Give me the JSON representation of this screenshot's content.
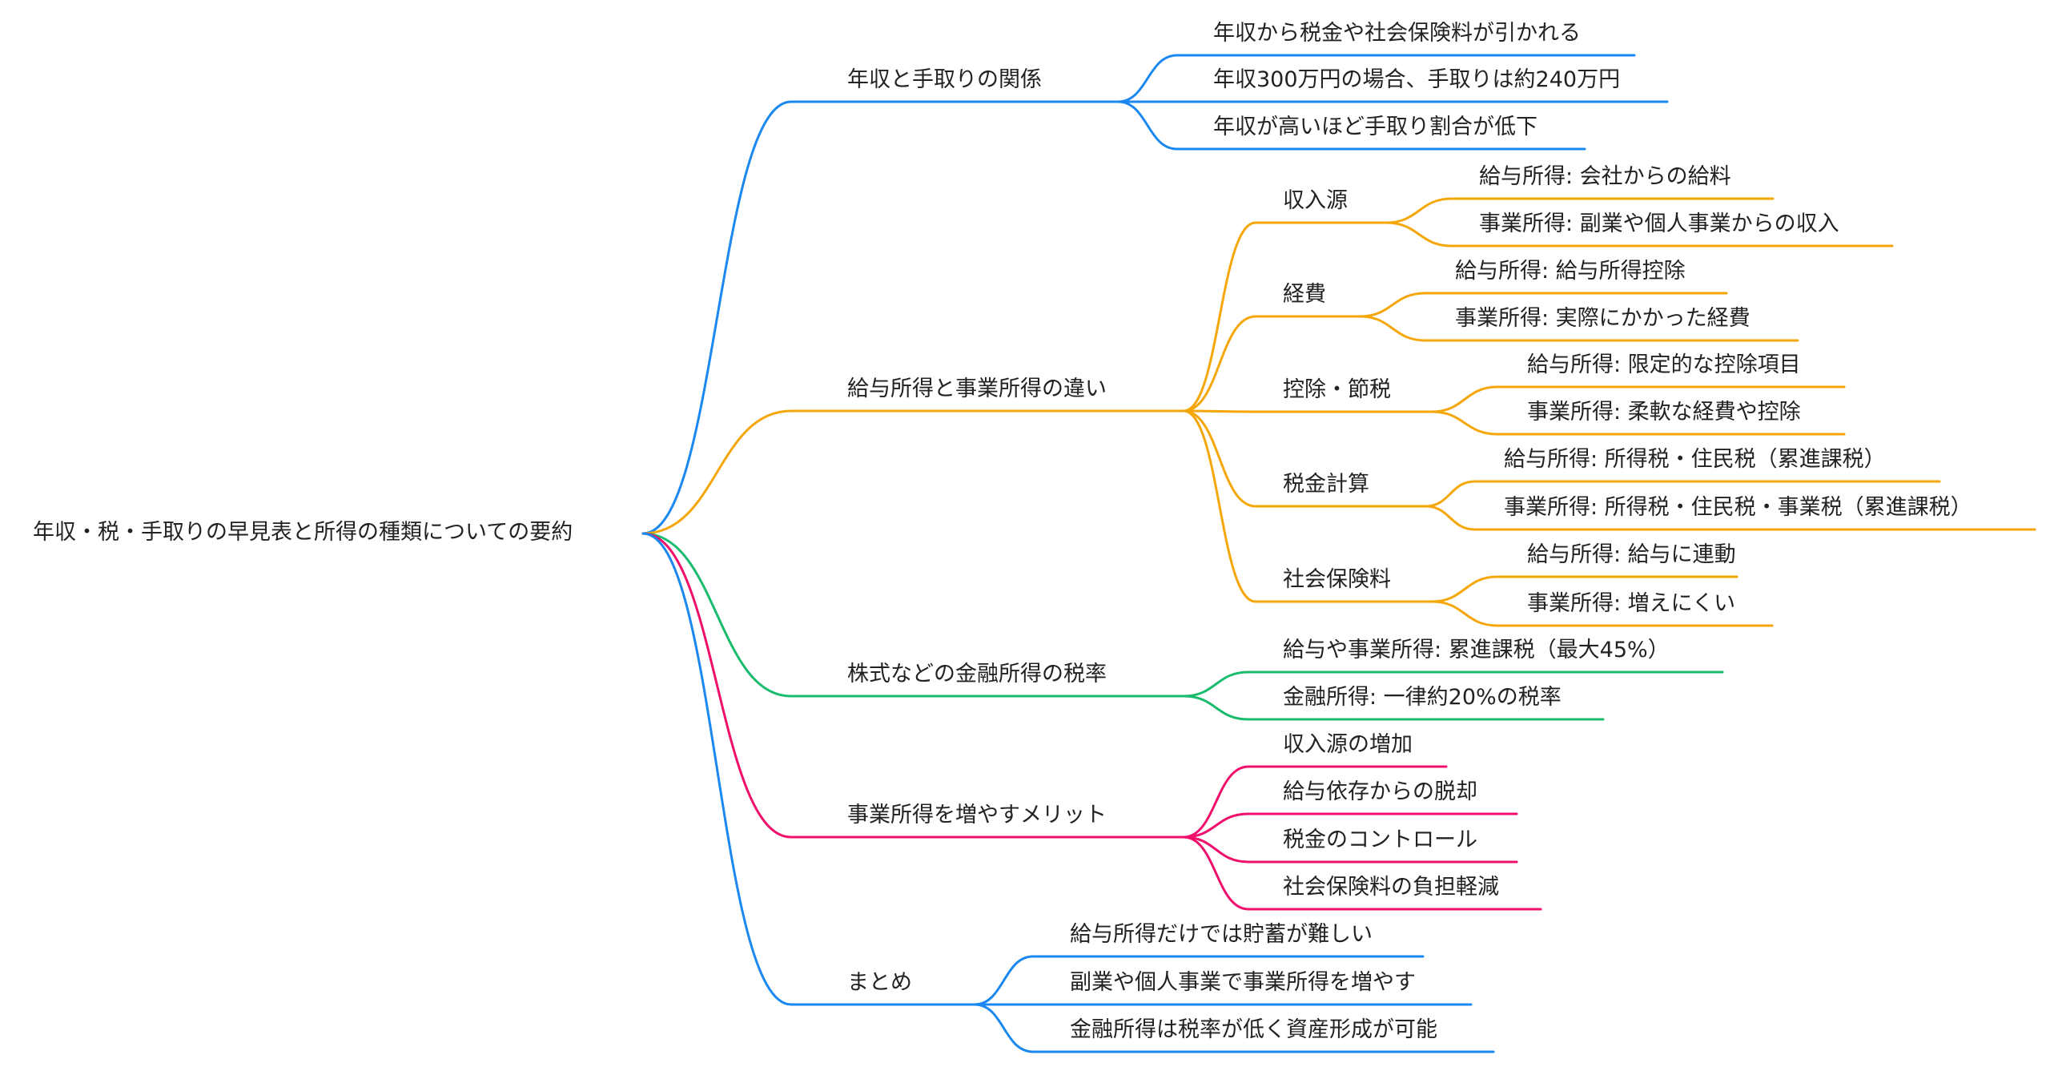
{
  "colors": {
    "blue": "#1a88f0",
    "orange": "#f5a70a",
    "green": "#19bb6c",
    "pink": "#f0106c"
  },
  "root": {
    "label": "年収・税・手取りの早見表と所得の種類についての要約"
  },
  "branches": [
    {
      "label": "年収と手取りの関係",
      "color": "blue",
      "children": [
        {
          "label": "年収から税金や社会保険料が引かれる"
        },
        {
          "label": "年収300万円の場合、手取りは約240万円"
        },
        {
          "label": "年収が高いほど手取り割合が低下"
        }
      ]
    },
    {
      "label": "給与所得と事業所得の違い",
      "color": "orange",
      "children": [
        {
          "label": "収入源",
          "children": [
            {
              "label": "給与所得: 会社からの給料"
            },
            {
              "label": "事業所得: 副業や個人事業からの収入"
            }
          ]
        },
        {
          "label": "経費",
          "children": [
            {
              "label": "給与所得: 給与所得控除"
            },
            {
              "label": "事業所得: 実際にかかった経費"
            }
          ]
        },
        {
          "label": "控除・節税",
          "children": [
            {
              "label": "給与所得: 限定的な控除項目"
            },
            {
              "label": "事業所得: 柔軟な経費や控除"
            }
          ]
        },
        {
          "label": "税金計算",
          "children": [
            {
              "label": "給与所得: 所得税・住民税（累進課税）"
            },
            {
              "label": "事業所得: 所得税・住民税・事業税（累進課税）"
            }
          ]
        },
        {
          "label": "社会保険料",
          "children": [
            {
              "label": "給与所得: 給与に連動"
            },
            {
              "label": "事業所得: 増えにくい"
            }
          ]
        }
      ]
    },
    {
      "label": "株式などの金融所得の税率",
      "color": "green",
      "children": [
        {
          "label": "給与や事業所得: 累進課税（最大45%）"
        },
        {
          "label": "金融所得: 一律約20%の税率"
        }
      ]
    },
    {
      "label": "事業所得を増やすメリット",
      "color": "pink",
      "children": [
        {
          "label": "収入源の増加"
        },
        {
          "label": "給与依存からの脱却"
        },
        {
          "label": "税金のコントロール"
        },
        {
          "label": "社会保険料の負担軽減"
        }
      ]
    },
    {
      "label": "まとめ",
      "color": "blue",
      "children": [
        {
          "label": "給与所得だけでは貯蓄が難しい"
        },
        {
          "label": "副業や個人事業で事業所得を増やす"
        },
        {
          "label": "金融所得は税率が低く資産形成が可能"
        }
      ]
    }
  ]
}
